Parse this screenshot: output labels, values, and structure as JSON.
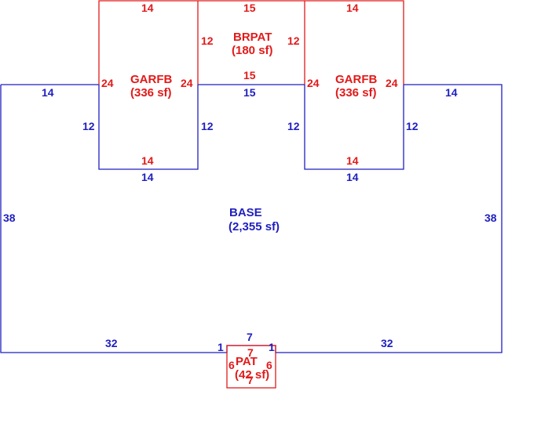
{
  "colors": {
    "base": "#1f1fbf",
    "addition": "#e21a1a",
    "background": "#ffffff"
  },
  "areas": {
    "base": {
      "name": "BASE",
      "area": "(2,355 sf)"
    },
    "garage_left": {
      "name": "GARFB",
      "area": "(336 sf)"
    },
    "garage_right": {
      "name": "GARFB",
      "area": "(336 sf)"
    },
    "brick_patio": {
      "name": "BRPAT",
      "area": "(180 sf)"
    },
    "patio": {
      "name": "PAT",
      "area": "(42 sf)"
    }
  },
  "dimensions": {
    "base": {
      "left": "38",
      "right": "38",
      "top_left": "14",
      "top_right": "14",
      "top_middle": "15",
      "notch_left_side_a": "12",
      "notch_left_side_b": "12",
      "notch_right_side_a": "12",
      "notch_right_side_b": "12",
      "notch_left_bottom": "14",
      "notch_right_bottom": "14",
      "bottom_left": "32",
      "bottom_right": "32",
      "bump_top": "7",
      "bump_left": "1",
      "bump_right": "1"
    },
    "garage_left": {
      "top": "14",
      "bottom": "14",
      "left": "24",
      "right": "24"
    },
    "garage_right": {
      "top": "14",
      "bottom": "14",
      "left": "24",
      "right": "24"
    },
    "brick_patio": {
      "top": "15",
      "bottom": "15",
      "left": "12",
      "right": "12"
    },
    "patio": {
      "top": "7",
      "bottom": "7",
      "left": "6",
      "right": "6"
    }
  }
}
